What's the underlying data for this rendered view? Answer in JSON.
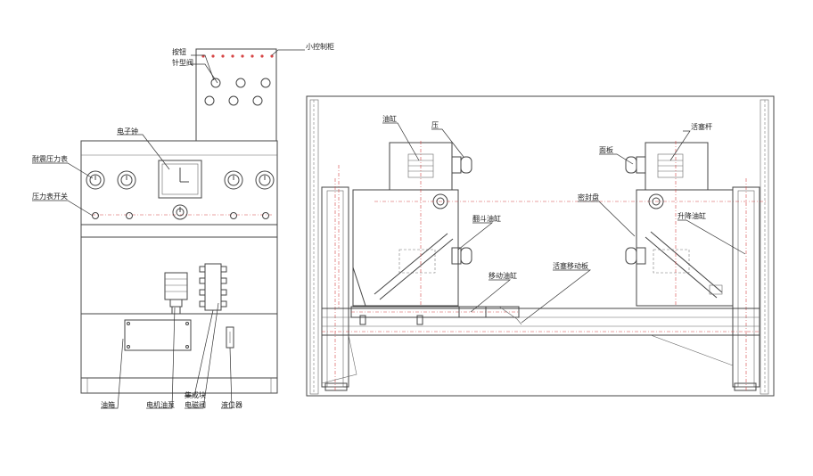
{
  "labels": {
    "button": "按钮",
    "needle_valve": "针型阀",
    "small_control_cabinet": "小控制柜",
    "electronic_clock": "电子钟",
    "pressure_gauge": "耐震压力表",
    "gauge_switch": "压力表开关",
    "oil_tank": "油箱",
    "motor_pump": "电机油泵",
    "manifold_block": "集成块",
    "solenoid_valve": "电磁阀",
    "level_gauge": "液位器",
    "cylinder": "油缸",
    "pressure_head": "压",
    "piston_rod": "活塞杆",
    "face_plate": "面板",
    "seal_disc": "密封盘",
    "lift_cylinder": "升降油缸",
    "tilt_cylinder": "翻斗油缸",
    "move_cylinder": "移动油缸",
    "carriage_plate": "活塞移动板"
  },
  "colors": {
    "line": "#444444",
    "accent_red": "#d64545"
  }
}
